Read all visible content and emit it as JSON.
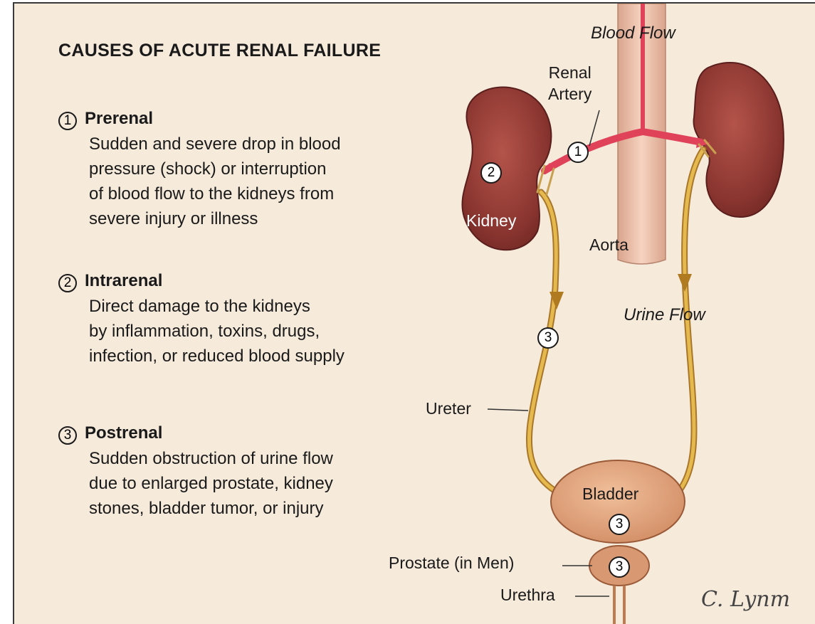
{
  "title": "CAUSES OF ACUTE RENAL FAILURE",
  "causes": [
    {
      "number": "1",
      "heading": "Prerenal",
      "description": "Sudden and severe drop in blood\npressure (shock) or interruption\nof blood flow to the kidneys from\nsevere injury or illness"
    },
    {
      "number": "2",
      "heading": "Intrarenal",
      "description": "Direct damage to the kidneys\nby inflammation, toxins, drugs,\ninfection, or reduced blood supply"
    },
    {
      "number": "3",
      "heading": "Postrenal",
      "description": "Sudden obstruction of urine flow\ndue to enlarged prostate, kidney\nstones, bladder tumor, or injury"
    }
  ],
  "labels": {
    "blood_flow": "Blood Flow",
    "renal_artery": "Renal\nArtery",
    "kidney": "Kidney",
    "aorta": "Aorta",
    "urine_flow": "Urine Flow",
    "ureter": "Ureter",
    "bladder": "Bladder",
    "prostate": "Prostate (in Men)",
    "urethra": "Urethra"
  },
  "markers": {
    "artery": "1",
    "kidney": "2",
    "ureter": "3",
    "bladder": "3",
    "prostate": "3"
  },
  "signature": "C. Lynm",
  "colors": {
    "background": "#f6eadb",
    "kidney": "#8e3b34",
    "aorta": "#efc2ac",
    "blood": "#e0425a",
    "urine": "#e2aa3e",
    "bladder": "#e6aa83"
  }
}
